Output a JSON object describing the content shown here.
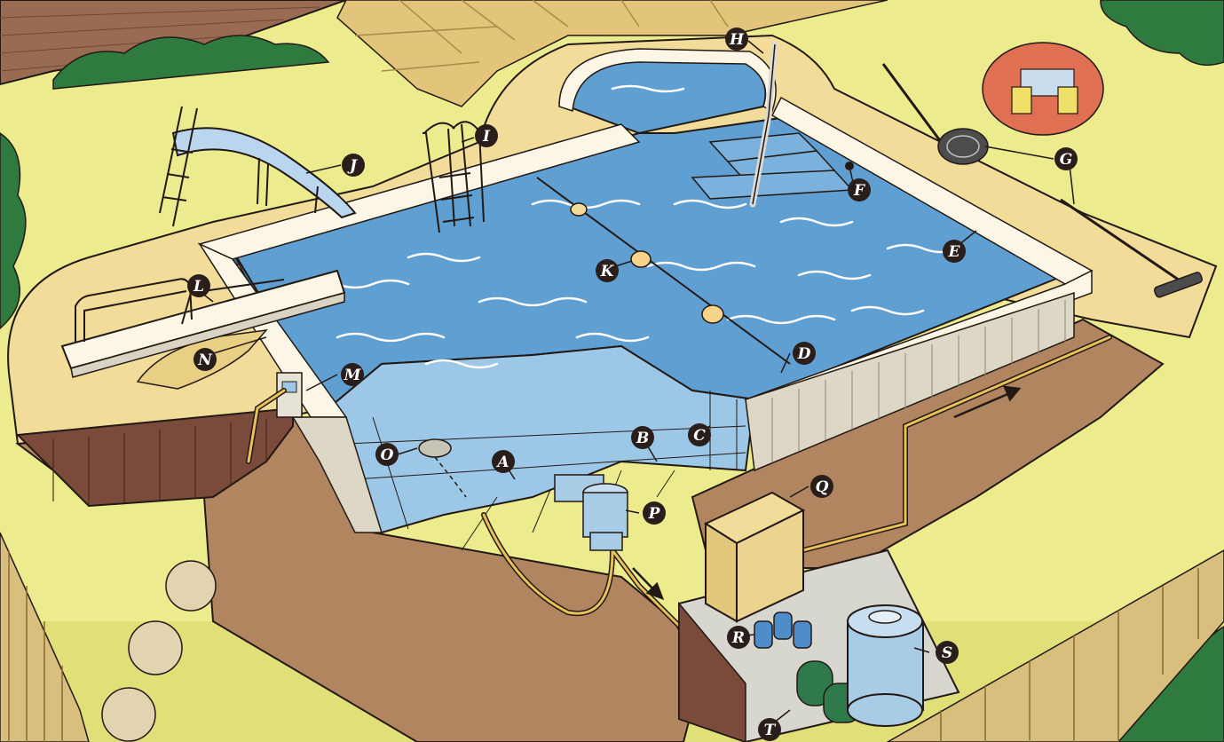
{
  "colors": {
    "lawn": "#ecec8e",
    "lawn_dark": "#e0df78",
    "deck": "#f1dc9a",
    "water": "#5f9fd2",
    "water_light": "#8fc3e6",
    "wall": "#7a4a3a",
    "soil": "#b08560",
    "coping": "#fbf6e6",
    "label_bg": "#2a1e1a",
    "outline": "#231914",
    "kit_disc": "#e07052",
    "hedge": "#2f7a3f",
    "fence": "#d9bf7e"
  },
  "labels": [
    {
      "id": "A",
      "text": "A",
      "part": "floor-reinforcement"
    },
    {
      "id": "B",
      "text": "B",
      "part": "steel-rebar-grid"
    },
    {
      "id": "C",
      "text": "C",
      "part": "wall-reinforcement"
    },
    {
      "id": "D",
      "text": "D",
      "part": "coping"
    },
    {
      "id": "E",
      "text": "E",
      "part": "pool-wall"
    },
    {
      "id": "F",
      "text": "F",
      "part": "return-inlet"
    },
    {
      "id": "G",
      "text": "G",
      "part": "cleaning-equipment"
    },
    {
      "id": "H",
      "text": "H",
      "part": "handrail"
    },
    {
      "id": "I",
      "text": "I",
      "part": "ladder"
    },
    {
      "id": "J",
      "text": "J",
      "part": "slide"
    },
    {
      "id": "K",
      "text": "K",
      "part": "safety-rope-float"
    },
    {
      "id": "L",
      "text": "L",
      "part": "diving-board"
    },
    {
      "id": "M",
      "text": "M",
      "part": "skimmer"
    },
    {
      "id": "N",
      "text": "N",
      "part": "board-stand"
    },
    {
      "id": "O",
      "text": "O",
      "part": "main-drain"
    },
    {
      "id": "P",
      "text": "P",
      "part": "pump"
    },
    {
      "id": "Q",
      "text": "Q",
      "part": "heater"
    },
    {
      "id": "R",
      "text": "R",
      "part": "chemical-feeder"
    },
    {
      "id": "S",
      "text": "S",
      "part": "filter"
    },
    {
      "id": "T",
      "text": "T",
      "part": "motor"
    }
  ]
}
